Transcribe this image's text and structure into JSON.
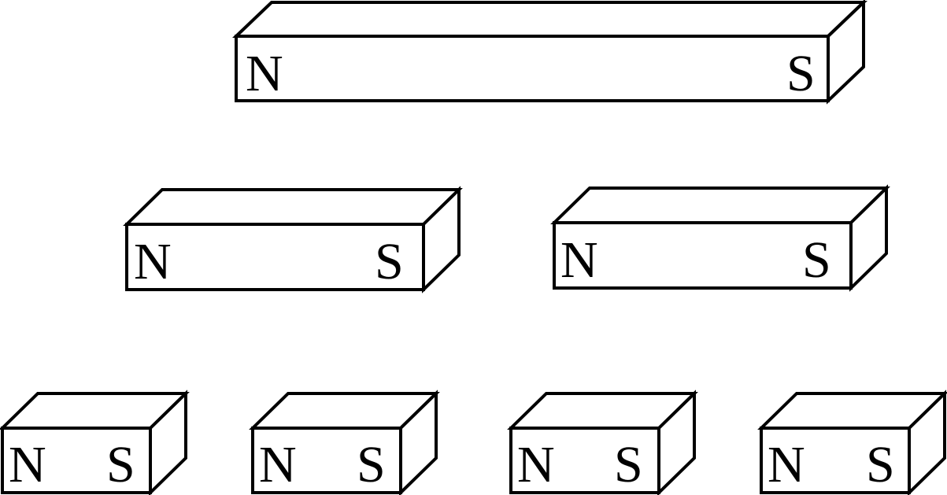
{
  "colors": {
    "stroke": "#000000",
    "face": "#ffffff"
  },
  "magnets": [
    {
      "north": "N",
      "south": "S"
    },
    {
      "north": "N",
      "south": "S"
    },
    {
      "north": "N",
      "south": "S"
    },
    {
      "north": "N",
      "south": "S"
    },
    {
      "north": "N",
      "south": "S"
    },
    {
      "north": "N",
      "south": "S"
    },
    {
      "north": "N",
      "south": "S"
    }
  ]
}
